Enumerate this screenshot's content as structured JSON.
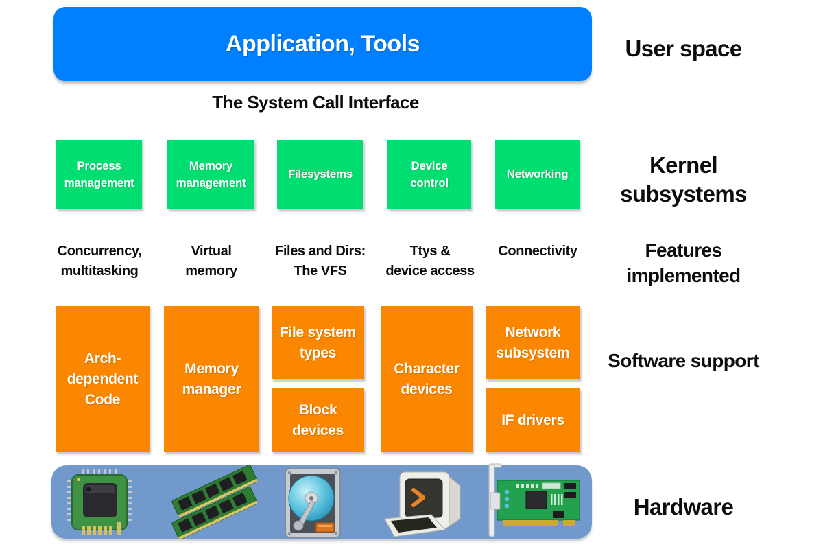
{
  "title": "Linux kernel architecture diagram",
  "colors": {
    "app_blue": "#007FFF",
    "subsystem_green": "#00DE71",
    "software_orange": "#FB8600",
    "hardware_bar_blue": "#7199CB",
    "text_dark": "#0d0d0d",
    "text_light": "#ffffff"
  },
  "user_space": {
    "app_box_label": "Application, Tools",
    "syscall_label": "The System Call Interface"
  },
  "kernel_subsystems": [
    {
      "label": "Process management",
      "feature_line1": "Concurrency,",
      "feature_line2": "multitasking"
    },
    {
      "label": "Memory management",
      "feature_line1": "Virtual",
      "feature_line2": "memory"
    },
    {
      "label": "Filesystems",
      "feature_line1": "Files and Dirs:",
      "feature_line2": "The VFS"
    },
    {
      "label": "Device control",
      "feature_line1": "Ttys &",
      "feature_line2": "device access"
    },
    {
      "label": "Networking",
      "feature_line1": "Connectivity",
      "feature_line2": ""
    }
  ],
  "software_support": {
    "arch_dependent": "Arch-dependent Code",
    "memory_manager": "Memory manager",
    "file_system_types": "File system types",
    "block_devices": "Block devices",
    "character_devices": "Character devices",
    "network_subsystem": "Network subsystem",
    "if_drivers": "IF drivers"
  },
  "row_labels": {
    "user_space": "User space",
    "kernel_subsystems": "Kernel subsystems",
    "features_implemented": "Features implemented",
    "software_support": "Software support",
    "hardware": "Hardware"
  },
  "hardware_icons": [
    "cpu-chip",
    "ram-modules",
    "hard-disk",
    "terminal",
    "network-card"
  ]
}
